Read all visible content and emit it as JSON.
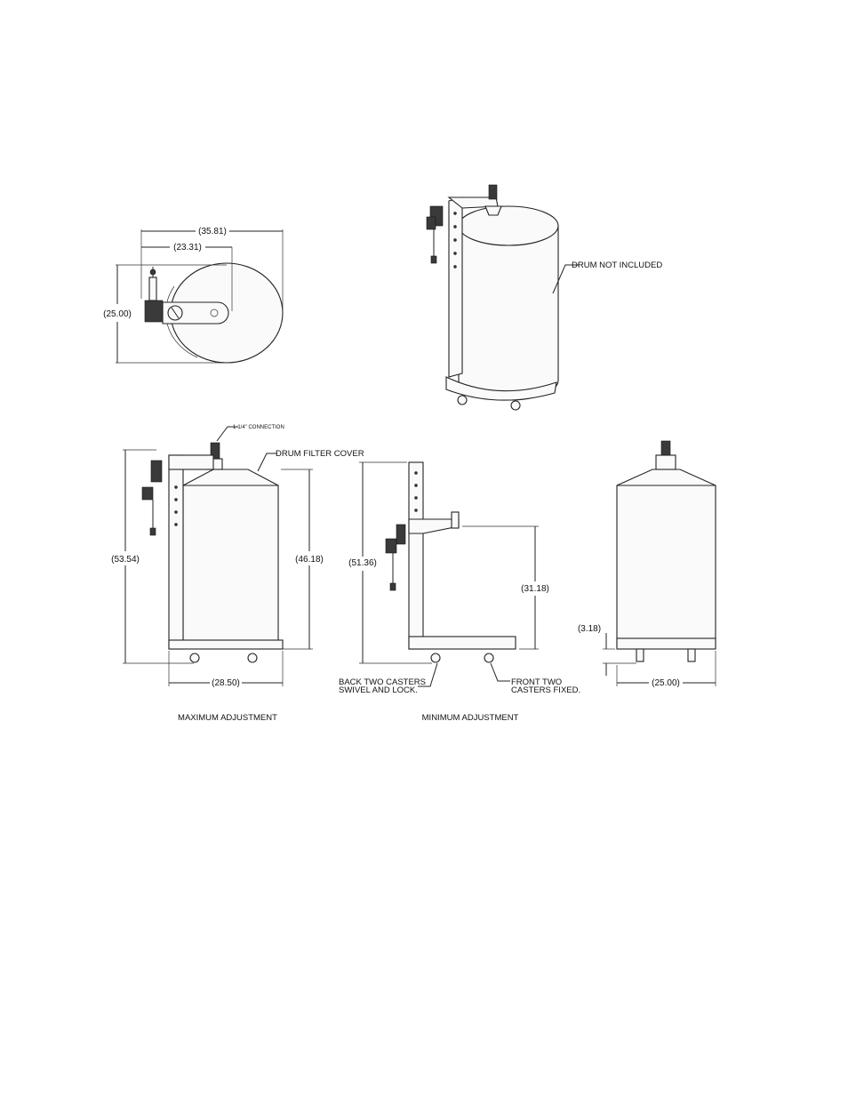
{
  "top_view": {
    "dim_overall_width": "35.81",
    "dim_center_offset": "23.31",
    "dim_depth": "25.00"
  },
  "isometric_view": {
    "callout_drum": "DRUM NOT INCLUDED"
  },
  "max_view": {
    "callout_connection": "1-1/4\" CONNECTION",
    "callout_cover": "DRUM FILTER COVER",
    "dim_total_height": "53.54",
    "dim_drum_height": "46.18",
    "dim_base_width": "28.50",
    "caption": "MAXIMUM ADJUSTMENT"
  },
  "min_view": {
    "dim_total_height": "51.36",
    "dim_arm_height": "31.18",
    "callout_back_casters_1": "BACK TWO CASTERS",
    "callout_back_casters_2": "SWIVEL AND LOCK.",
    "callout_front_casters_1": "FRONT TWO",
    "callout_front_casters_2": "CASTERS FIXED.",
    "caption": "MINIMUM ADJUSTMENT"
  },
  "front_view": {
    "dim_caster_height": "3.18",
    "dim_width": "25.00"
  },
  "colors": {
    "background": "#ffffff",
    "linework": "#222222"
  }
}
